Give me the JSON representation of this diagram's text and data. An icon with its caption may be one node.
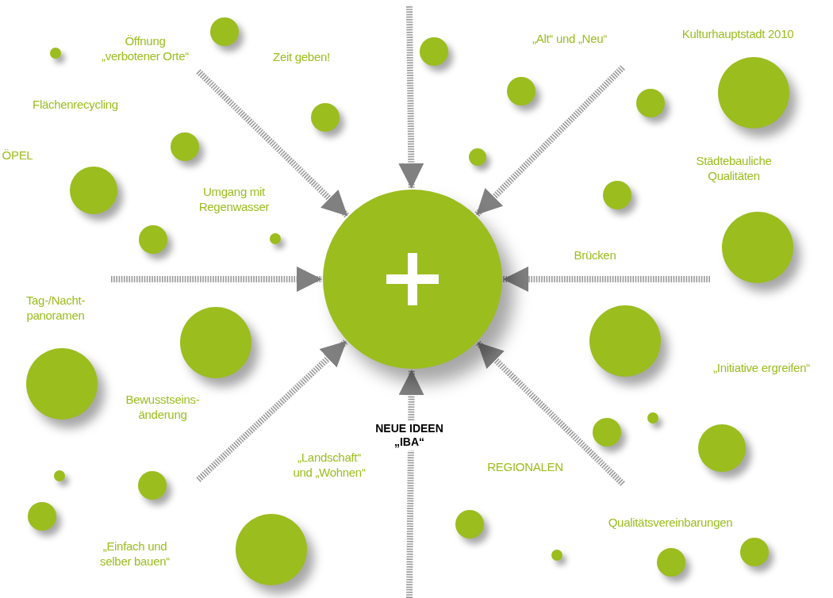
{
  "diagram": {
    "nodes": [
      {
        "text": [],
        "shape": "circle"
      },
      {
        "text": [],
        "shape": "circle"
      },
      {
        "text": [],
        "shape": "circle"
      },
      {
        "text": [],
        "shape": "circle"
      },
      {
        "text": [],
        "shape": "circle"
      },
      {
        "text": [],
        "shape": "circle"
      },
      {
        "text": [],
        "shape": "circle"
      },
      {
        "text": [],
        "shape": "circle"
      },
      {
        "text": [],
        "shape": "circle"
      },
      {
        "text": [],
        "shape": "circle"
      },
      {
        "text": [],
        "shape": "circle"
      },
      {
        "text": [],
        "shape": "circle"
      },
      {
        "text": [],
        "shape": "circle"
      },
      {
        "text": [],
        "shape": "circle"
      },
      {
        "text": [],
        "shape": "circle"
      },
      {
        "text": [],
        "shape": "circle"
      },
      {
        "text": [],
        "shape": "circle"
      },
      {
        "text": [],
        "shape": "circle"
      },
      {
        "text": [],
        "shape": "circle"
      },
      {
        "text": [],
        "shape": "circle"
      },
      {
        "text": [],
        "shape": "circle"
      },
      {
        "text": [],
        "shape": "circle"
      },
      {
        "text": [],
        "shape": "circle"
      },
      {
        "text": [],
        "shape": "circle"
      },
      {
        "text": [],
        "shape": "circle"
      },
      {
        "text": [],
        "shape": "circle"
      },
      {
        "text": [],
        "shape": "circle"
      },
      {
        "text": [],
        "shape": "circle"
      },
      {
        "text": [],
        "shape": "circle"
      }
    ],
    "edges": [
      {
        "from": null,
        "to": 14,
        "arrow": "to"
      },
      {
        "from": null,
        "to": 14,
        "arrow": "to"
      },
      {
        "from": null,
        "to": 14,
        "arrow": "to"
      },
      {
        "from": null,
        "to": 14,
        "arrow": "to"
      },
      {
        "from": null,
        "to": 14,
        "arrow": "to"
      },
      {
        "from": null,
        "to": 14,
        "arrow": "to"
      },
      {
        "from": null,
        "to": 14,
        "arrow": "to",
        "label": "NEUE IDEEN „IBA“"
      },
      {
        "from": null,
        "to": 14,
        "arrow": "to"
      }
    ],
    "labels": [
      "Öffnung „verbotener Orte“",
      "„Alt“ und „Neu“",
      "Kulturhauptstadt 2010",
      "Zeit geben!",
      "Flächenrecycling",
      "ÖPEL",
      "Städtebauliche Qualitäten",
      "Umgang mit Regenwasser",
      "Brücken",
      "Tag-/Nacht- panoramen",
      "„Initiative ergreifen“",
      "Bewusstseins- änderung",
      "„Landschaft“ und „Wohnen“",
      "REGIONALEN",
      "Qualitätsvereinbarungen",
      "„Einfach und selber bauen“"
    ]
  }
}
